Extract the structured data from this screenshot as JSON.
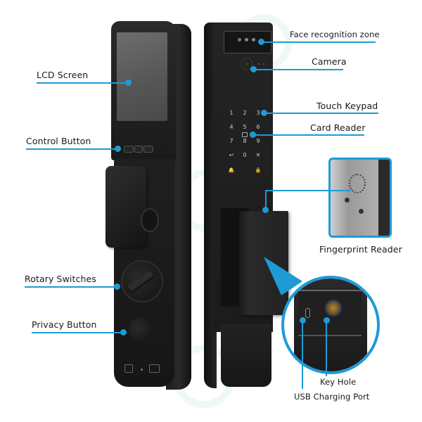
{
  "diagram": {
    "title": "Smart door lock features",
    "accent_color": "#1e9ad6",
    "labels": {
      "lcd_screen": "LCD Screen",
      "control_button": "Control Button",
      "rotary_switches": "Rotary Switches",
      "privacy_button": "Privacy Button",
      "face_recognition_zone": "Face recognition zone",
      "camera": "Camera",
      "touch_keypad": "Touch Keypad",
      "card_reader": "Card Reader",
      "fingerprint_reader": "Fingerprint Reader",
      "key_hole": "Key Hole",
      "usb_charging_port": "USB Charging Port"
    },
    "keypad": [
      "1",
      "2",
      "3",
      "4",
      "5",
      "6",
      "7",
      "8",
      "9",
      "↩",
      "0",
      "✕",
      "🔔",
      "🔒"
    ]
  }
}
